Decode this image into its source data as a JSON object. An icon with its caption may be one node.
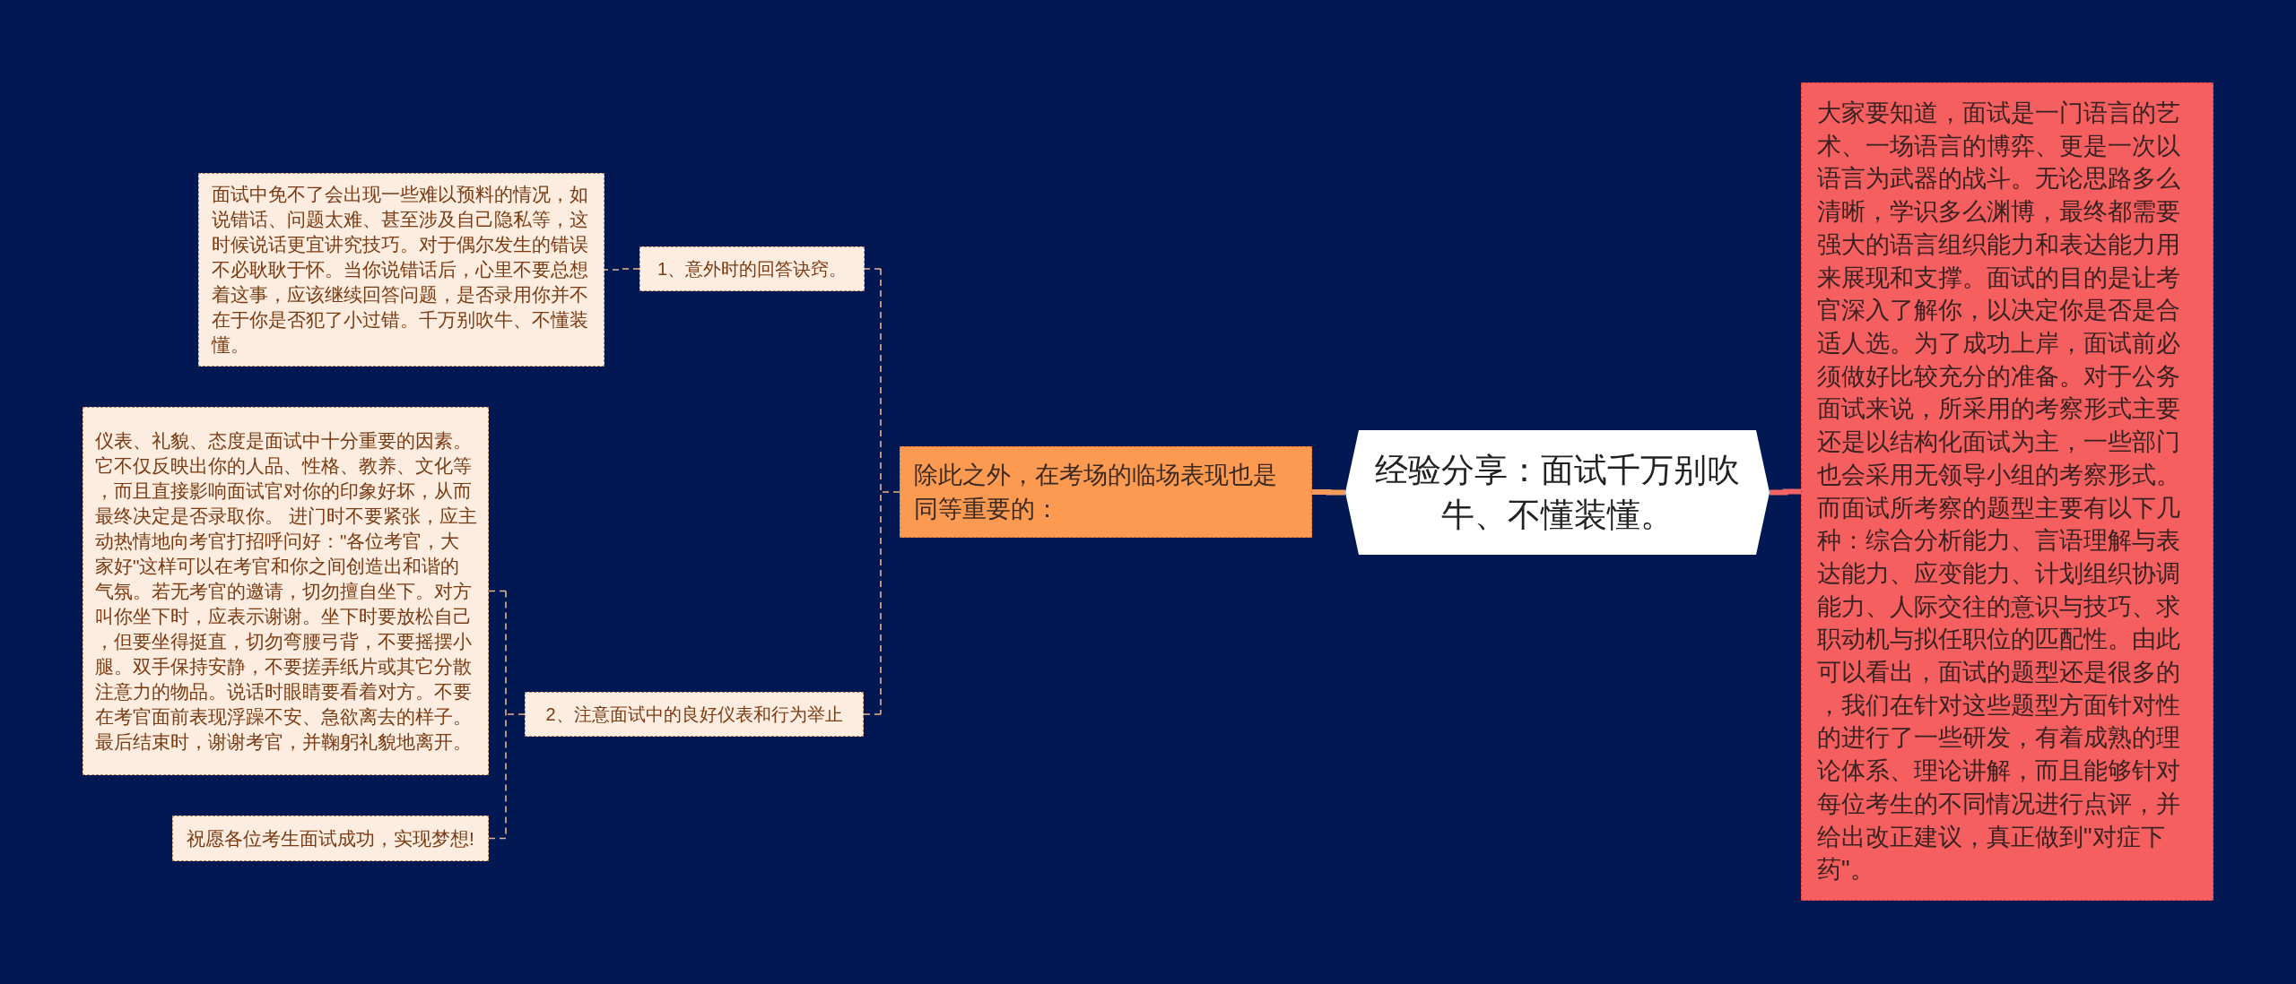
{
  "diagram": {
    "nodes": [
      {
        "text": [
          "经验分享：面试千万别吹牛、不懂装懂。"
        ]
      },
      {
        "text": [
          "除此之外，在考场的临场表现也是同等重要的："
        ]
      },
      {
        "text": [
          "1、意外时的回答诀窍。"
        ]
      },
      {
        "text": [
          "面试中免不了会出现一些难以预料的情况，如说错话、问题太难、甚至涉及自己隐私等，这时候说话更宜讲究技巧。对于偶尔发生的错误不必耿耿于怀。当你说错话后，心里不要总想着这事，应该继续回答问题，是否录用你并不在于你是否犯了小过错。千万别吹牛、不懂装懂。"
        ]
      },
      {
        "text": [
          "2、注意面试中的良好仪表和行为举止"
        ]
      },
      {
        "text": [
          "仪表、礼貌、态度是面试中十分重要的因素。它不仅反映出你的人品、性格、教养、文化等，而且直接影响面试官对你的印象好坏，从而最终决定是否录取你。 进门时不要紧张，应主动热情地向考官打招呼问好：\"各位考官，大家好\"这样可以在考官和你之间创造出和谐的气氛。若无考官的邀请，切勿擅自坐下。对方叫你坐下时，应表示谢谢。坐下时要放松自己，但要坐得挺直，切勿弯腰弓背，不要摇摆小腿。双手保持安静，不要搓弄纸片或其它分散注意力的物品。说话时眼睛要看着对方。不要在考官面前表现浮躁不安、急欲离去的样子。最后结束时，谢谢考官，并鞠躬礼貌地离开。"
        ]
      },
      {
        "text": [
          "祝愿各位考生面试成功，实现梦想!"
        ]
      },
      {
        "text": [
          "大家要知道，面试是一门语言的艺术、一场语言的博弈、更是一次以语言为武器的战斗。无论思路多么清晰，学识多么渊博，最终都需要强大的语言组织能力和表达能力用来展现和支撑。面试的目的是让考官深入了解你，以决定你是否是合适人选。为了成功上岸，面试前必须做好比较充分的准备。对于公务面试来说，所采用的考察形式主要还是以结构化面试为主，一些部门也会采用无领导小组的考察形式。而面试所考察的题型主要有以下几种：综合分析能力、言语理解与表达能力、应变能力、计划组织协调能力、人际交往的意识与技巧、求职动机与拟任职位的匹配性。由此可以看出，面试的题型还是很多的，我们在针对这些题型方面针对性的进行了一些研发，有着成熟的理论体系、理论讲解，而且能够针对每位考生的不同情况进行点评，并给出改正建议，真正做到\"对症下药\"。"
        ]
      }
    ],
    "edges": [
      {
        "from": 0,
        "to": 1,
        "arrow": "none",
        "style": "thick",
        "color": "#f59b5c"
      },
      {
        "from": 1,
        "to": 2,
        "arrow": "none",
        "style": "dashed"
      },
      {
        "from": 2,
        "to": 3,
        "arrow": "none",
        "style": "dashed"
      },
      {
        "from": 1,
        "to": 4,
        "arrow": "none",
        "style": "dashed"
      },
      {
        "from": 4,
        "to": 5,
        "arrow": "none",
        "style": "dashed"
      },
      {
        "from": 4,
        "to": 6,
        "arrow": "none",
        "style": "dashed"
      },
      {
        "from": 0,
        "to": 7,
        "arrow": "none",
        "style": "thick",
        "color": "#f26464"
      }
    ]
  }
}
